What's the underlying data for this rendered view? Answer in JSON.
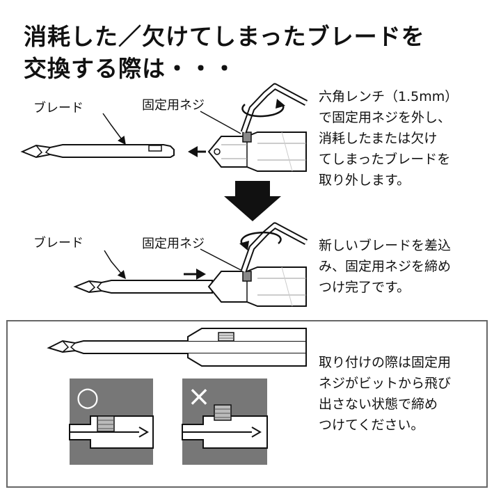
{
  "title": {
    "line1": "消耗した／欠けてしまったブレードを",
    "line2": "交換する際は・・・"
  },
  "step1": {
    "blade_label": "ブレード",
    "screw_label": "固定用ネジ",
    "desc": [
      "六角レンチ（1.5mm）",
      "で固定用ネジを外し、",
      "消耗したまたは欠け",
      "てしまったブレードを",
      "取り外します。"
    ]
  },
  "step2": {
    "blade_label": "ブレード",
    "screw_label": "固定用ネジ",
    "desc": [
      "新しいブレードを差込",
      "み、固定用ネジを締め",
      "つけ完了です。"
    ]
  },
  "note": {
    "desc": [
      "取り付けの際は固定用",
      "ネジがビットから飛び",
      "出さない状態で締め",
      "つけてください。"
    ],
    "ok_symbol": "○",
    "ng_symbol": "×"
  }
}
